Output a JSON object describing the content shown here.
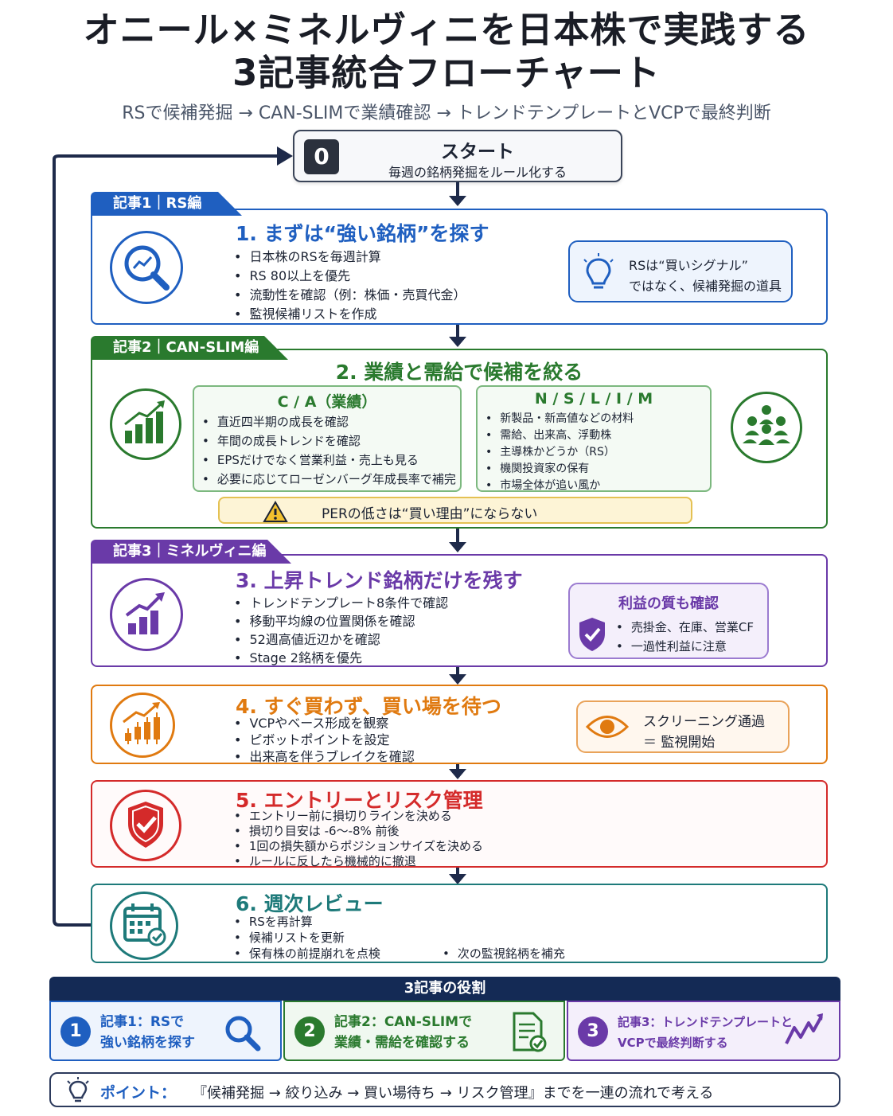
{
  "header": {
    "title_line1": "オニール×ミネルヴィニを日本株で実践する",
    "title_line2": "3記事統合フローチャート",
    "subtitle": "RSで候補発掘 → CAN-SLIMで業績確認 → トレンドテンプレートとVCPで最終判断"
  },
  "start": {
    "number": "0",
    "title": "スタート",
    "subtitle": "毎週の銘柄発掘をルール化する"
  },
  "steps": [
    {
      "tag": "記事1｜RS編",
      "title": "1. まずは“強い銘柄”を探す",
      "items": [
        "日本株のRSを毎週計算",
        "RS 80以上を優先",
        "流動性を確認（例：株価・売買代金）",
        "監視候補リストを作成"
      ],
      "callout": {
        "line1": "RSは“買いシグナル”",
        "line2": "ではなく、候補発掘の道具"
      },
      "icon": "magnifier-chart-icon"
    },
    {
      "tag": "記事2｜CAN-SLIM編",
      "title": "2. 業績と需給で候補を絞る",
      "left_box": {
        "heading": "C / A（業績）",
        "items": [
          "直近四半期の成長を確認",
          "年間の成長トレンドを確認",
          "EPSだけでなく営業利益・売上も見る",
          "必要に応じてローゼンバーグ年成長率で補完"
        ]
      },
      "right_box": {
        "heading": "N / S / L / I / M",
        "items": [
          "新製品・新高値などの材料",
          "需給、出来高、浮動株",
          "主導株かどうか（RS）",
          "機関投資家の保有",
          "市場全体が追い風か"
        ]
      },
      "warning": "PERの低さは“買い理由”にならない",
      "icon": "bar-growth-icon"
    },
    {
      "tag": "記事3｜ミネルヴィニ編",
      "title": "3. 上昇トレンド銘柄だけを残す",
      "items": [
        "トレンドテンプレート8条件で確認",
        "移動平均線の位置関係を確認",
        "52週高値近辺かを確認",
        "Stage 2銘柄を優先"
      ],
      "callout": {
        "heading": "利益の質も確認",
        "items": [
          "売掛金、在庫、営業CF",
          "一過性利益に注意"
        ]
      },
      "icon": "trend-up-icon"
    },
    {
      "title": "4. すぐ買わず、買い場を待つ",
      "items": [
        "VCPやベース形成を観察",
        "ピボットポイントを設定",
        "出来高を伴うブレイクを確認"
      ],
      "callout": {
        "line1": "スクリーニング通過",
        "line2": "＝ 監視開始"
      },
      "icon": "candlestick-icon"
    },
    {
      "title": "5. エントリーとリスク管理",
      "items": [
        "エントリー前に損切りラインを決める",
        "損切り目安は -6〜-8% 前後",
        "1回の損失額からポジションサイズを決める",
        "ルールに反したら機械的に撤退"
      ],
      "icon": "shield-check-icon"
    },
    {
      "title": "6. 週次レビュー",
      "items": [
        "RSを再計算",
        "候補リストを更新",
        "保有株の前提崩れを点検"
      ],
      "extra_item": "次の監視銘柄を補充",
      "icon": "calendar-check-icon"
    }
  ],
  "summary": {
    "heading": "3記事の役割",
    "cells": [
      {
        "n": "1",
        "line1": "記事1：RSで",
        "line2": "強い銘柄を探す"
      },
      {
        "n": "2",
        "line1": "記事2：CAN-SLIMで",
        "line2": "業績・需給を確認する"
      },
      {
        "n": "3",
        "line1": "記事3：トレンドテンプレートと",
        "line2": "VCPで最終判断する"
      }
    ]
  },
  "point": {
    "label": "ポイント：",
    "text": "『候補発掘 → 絞り込み → 買い場待ち → リスク管理』までを一連の流れで考える"
  },
  "colors": {
    "navy": "#1e2a4a",
    "blue": "#1f5fc0",
    "green": "#2a7a2e",
    "purple": "#6a3aa8",
    "orange": "#e07a10",
    "red": "#d42a2a",
    "teal": "#1e7a7a"
  }
}
